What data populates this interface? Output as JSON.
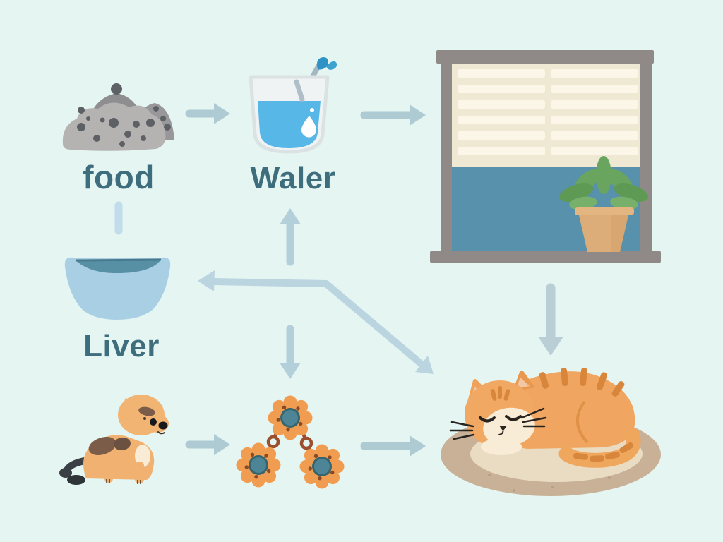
{
  "diagram": {
    "type": "illustrated-flow-diagram",
    "nodes": {
      "food": {
        "label": "food",
        "icon": "kibble-pile-icon"
      },
      "water": {
        "label": "Waler",
        "icon": "water-glass-icon"
      },
      "window": {
        "icon": "window-with-blinds-and-plant-icon"
      },
      "liver": {
        "label": "Liver",
        "icon": "pet-bowl-icon"
      },
      "puppy": {
        "icon": "puppy-icon"
      },
      "toys": {
        "icon": "gear-flowers-chain-icon"
      },
      "cat": {
        "icon": "sleeping-cat-on-bed-icon"
      }
    },
    "connections": [
      {
        "from": "food",
        "to": "water",
        "shape": "right-arrow"
      },
      {
        "from": "water",
        "to": "window",
        "shape": "right-arrow"
      },
      {
        "from": "food",
        "to": "liver",
        "shape": "short-down-bar"
      },
      {
        "from": "center",
        "to": "water",
        "shape": "up-arrow"
      },
      {
        "from": "center",
        "to": "liver-and-cat",
        "shape": "bent-double-arrow-left-and-down-right"
      },
      {
        "from": "center",
        "to": "toys",
        "shape": "down-arrow"
      },
      {
        "from": "window",
        "to": "cat",
        "shape": "down-arrow"
      },
      {
        "from": "puppy",
        "to": "toys",
        "shape": "right-arrow"
      },
      {
        "from": "toys",
        "to": "cat",
        "shape": "right-arrow"
      }
    ],
    "colors": {
      "background": "#e4f5f2",
      "label_text": "#3e6d7d",
      "arrow": "#aecad3",
      "water_blue": "#57b8e8",
      "bowl_blue": "#a9cfe4",
      "bowl_interior": "#5790a5",
      "window_pane_blue": "#5891ab",
      "blinds_cream": "#efe8d3",
      "frame_gray": "#8f8a87",
      "kibble_gray": "#b5b2b2",
      "gear_orange": "#f19d51",
      "gear_center_teal": "#4d8596",
      "chain_brown": "#9b4f2d",
      "cat_orange": "#f0a660",
      "cat_stripe": "#d8863c",
      "cat_cream": "#f8ecd7",
      "bed_tan": "#c8b197",
      "puppy_tan": "#f2b16d",
      "puppy_patch_brown": "#7a5c49",
      "plant_green": "#6aa55f",
      "pot_terracotta": "#ddad79"
    }
  }
}
